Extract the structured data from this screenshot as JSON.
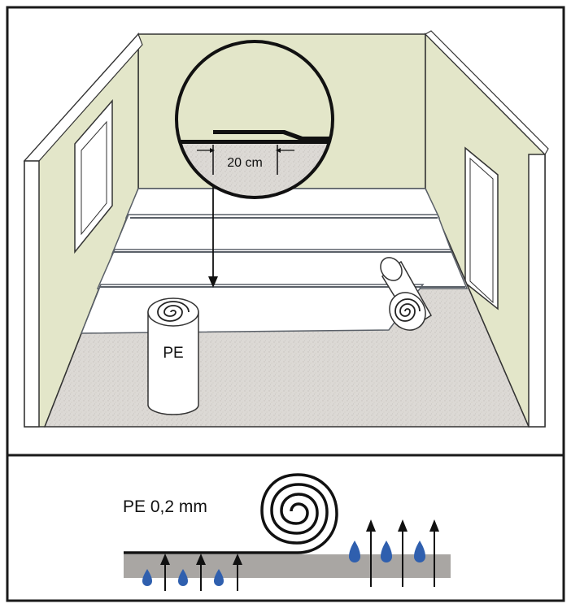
{
  "labels": {
    "overlap": "20 cm",
    "roll": "PE",
    "film": "PE 0,2 mm"
  },
  "colors": {
    "wall": "#e3e6c9",
    "wall_edge": "#ffffff",
    "floor_screed": "#dcd9d5",
    "film": "#ffffff",
    "film_seam": "#5a6068",
    "ground": "#a9a6a3",
    "water_drop": "#2f5fae",
    "outline": "#1a1a1a"
  },
  "icons": {
    "roll": "rolled-film-icon",
    "drop": "water-drop-icon",
    "arrow": "up-arrow-icon"
  }
}
